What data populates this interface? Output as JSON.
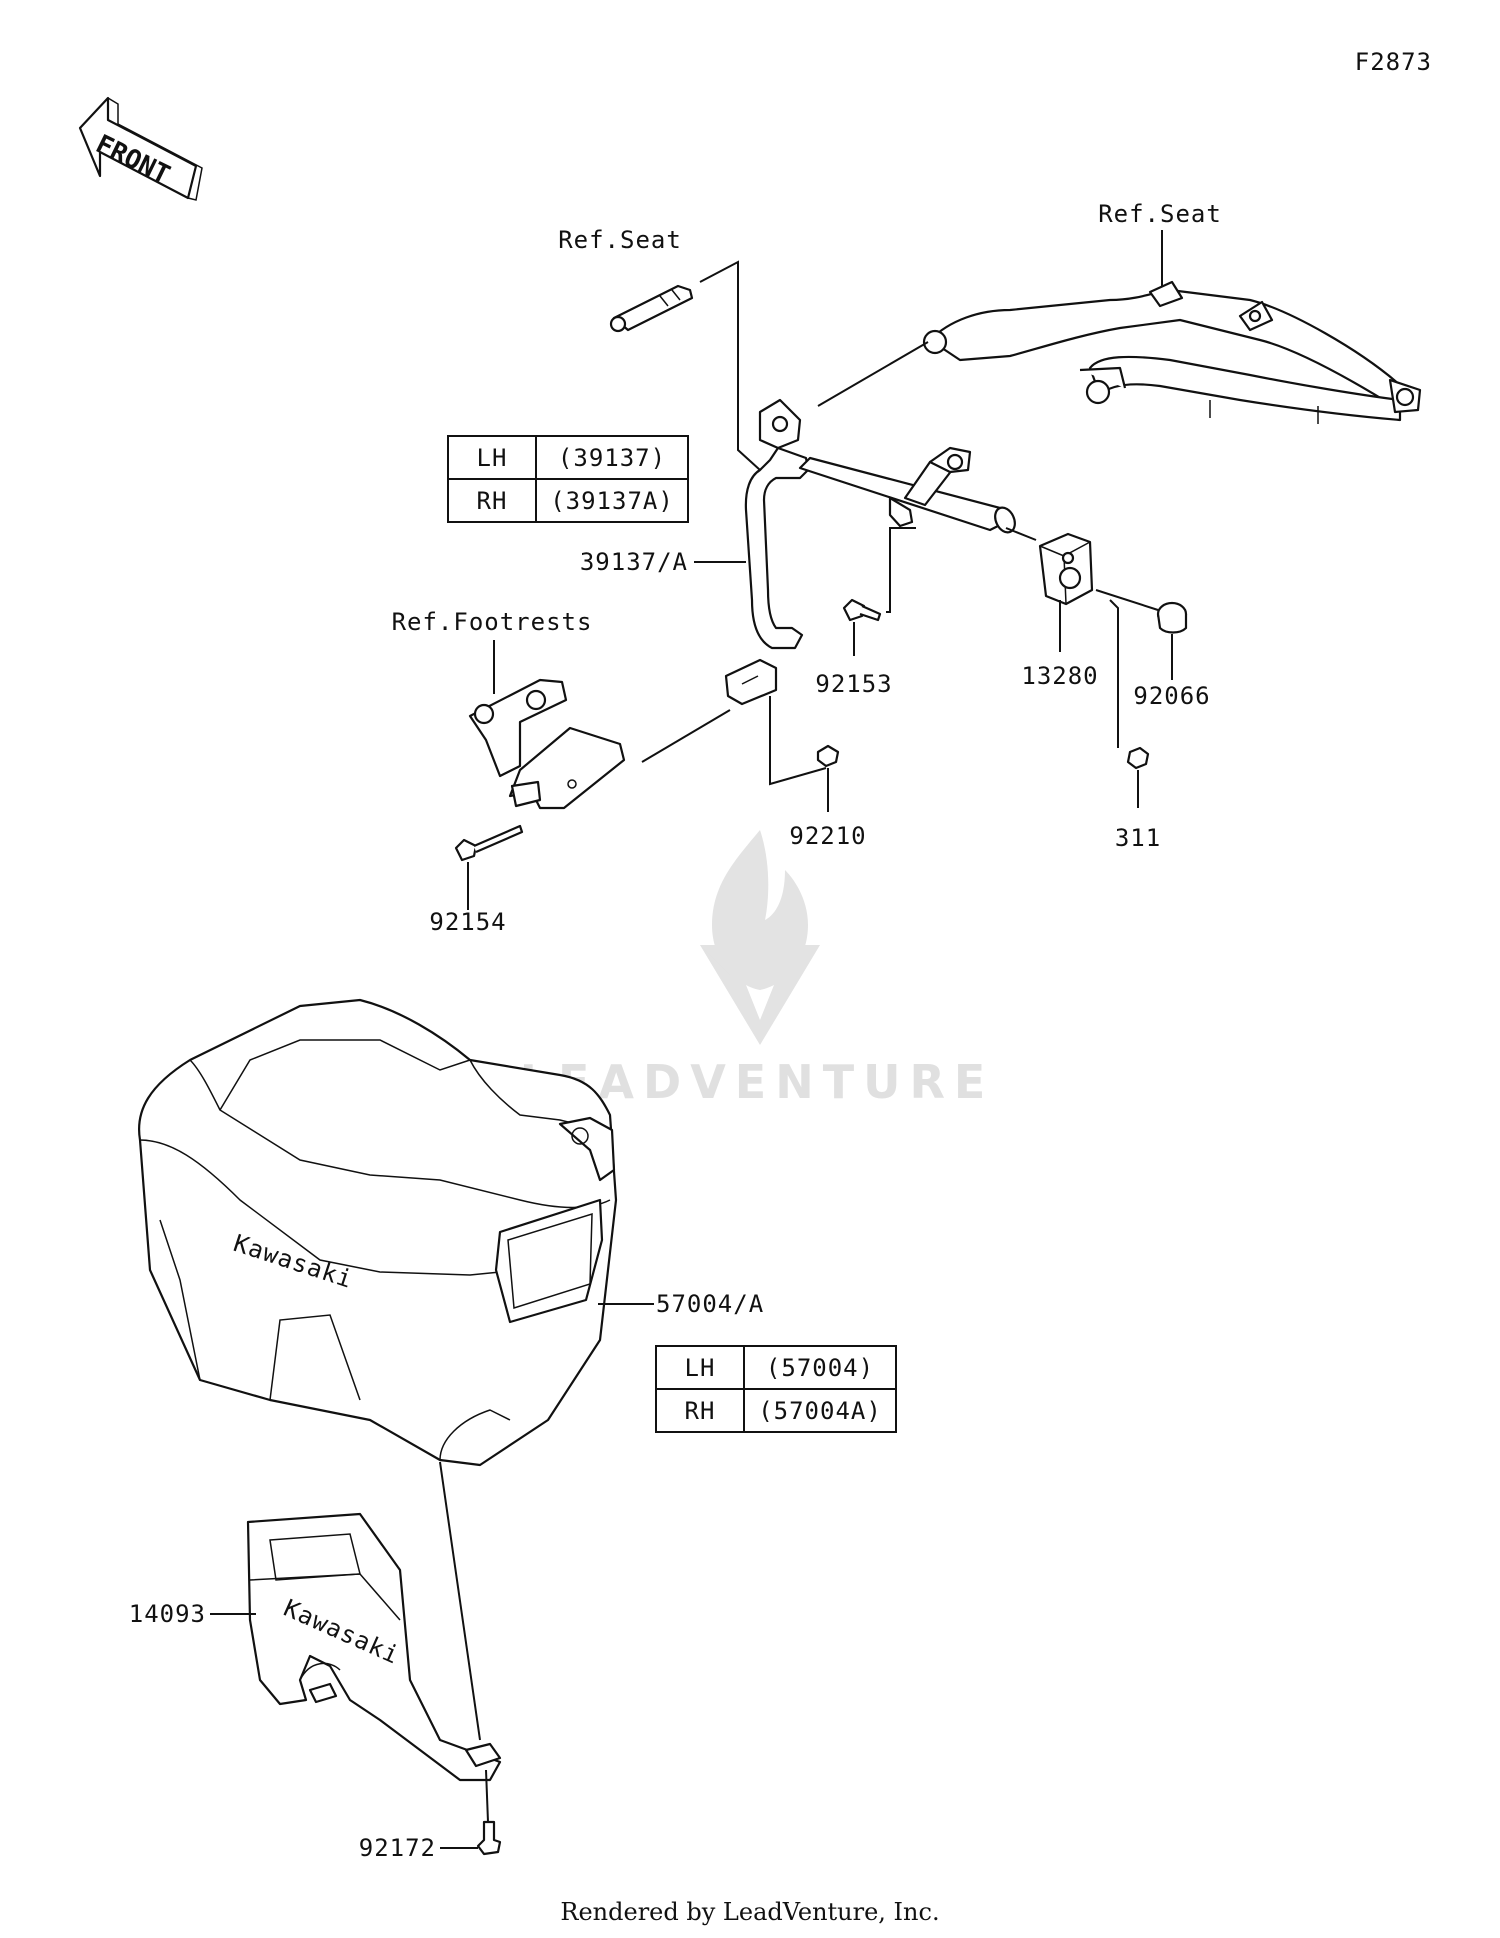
{
  "diagram": {
    "figure_code": "F2873",
    "front_arrow_label": "FRONT",
    "ref_labels": [
      "Ref.Seat",
      "Ref.Seat",
      "Ref.Footrests"
    ],
    "parts": [
      {
        "number": "39137/A"
      },
      {
        "number": "92153"
      },
      {
        "number": "13280"
      },
      {
        "number": "92066"
      },
      {
        "number": "92210"
      },
      {
        "number": "311"
      },
      {
        "number": "92154"
      },
      {
        "number": "57004/A"
      },
      {
        "number": "14093"
      },
      {
        "number": "92172"
      }
    ],
    "tables": [
      {
        "rows": [
          {
            "side": "LH",
            "part": "(39137)"
          },
          {
            "side": "RH",
            "part": "(39137A)"
          }
        ]
      },
      {
        "rows": [
          {
            "side": "LH",
            "part": "(57004)"
          },
          {
            "side": "RH",
            "part": "(57004A)"
          }
        ]
      }
    ],
    "brand_marks": [
      "Kawasaki",
      "Kawasaki"
    ],
    "watermark": "LEADVENTURE",
    "footer": "Rendered by LeadVenture, Inc."
  }
}
